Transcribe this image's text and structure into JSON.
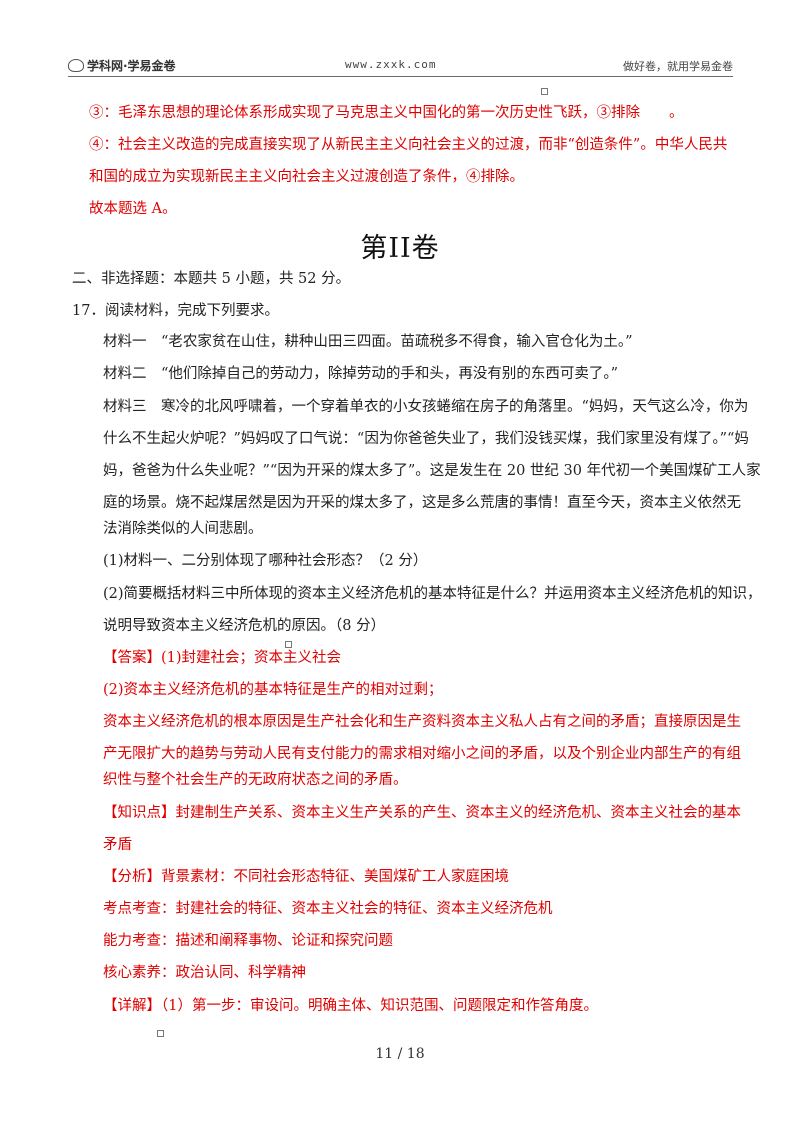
{
  "header": {
    "logo_text": "学科网·学易金卷",
    "site": "www.zxxk.com",
    "slogan": "做好卷，就用学易金卷"
  },
  "top": {
    "l1": "③：毛泽东思想的理论体系形成实现了马克思主义中国化的第一次历史性飞跃，③排除　　。",
    "l2": "④：社会主义改造的完成直接实现了从新民主主义向社会主义的过渡，而非“创造条件”。中华人民共",
    "l3": "和国的成立为实现新民主主义向社会主义过渡创造了条件，④排除。",
    "l4": "故本题选 A。"
  },
  "section_title": "第II卷",
  "instructions": "二、非选择题：本题共 5 小题，共 52 分。",
  "question": {
    "stem": "17．阅读材料，完成下列要求。",
    "m1": "材料一　“老农家贫在山住，耕种山田三四面。苗疏税多不得食，输入官仓化为土。”",
    "m2": "材料二　“他们除掉自己的劳动力，除掉劳动的手和头，再没有别的东西可卖了。”",
    "m3_l1": "材料三　寒冷的北风呼啸着，一个穿着单衣的小女孩蜷缩在房子的角落里。“妈妈，天气这么冷，你为",
    "m3_l2": "什么不生起火炉呢？”妈妈叹了口气说：“因为你爸爸失业了，我们没钱买煤，我们家里没有煤了。”“妈",
    "m3_l3": "妈，爸爸为什么失业呢？”“因为开采的煤太多了”。这是发生在 20 世纪 30 年代初一个美国煤矿工人家",
    "m3_l4": "庭的场景。烧不起煤居然是因为开采的煤太多了，这是多么荒唐的事情！直至今天，资本主义依然无",
    "m3_l5": "法消除类似的人间悲剧。",
    "q1": "(1)材料一、二分别体现了哪种社会形态？（2 分）",
    "q2_l1": "(2)简要概括材料三中所体现的资本主义经济危机的基本特征是什么？并运用资本主义经济危机的知识，",
    "q2_l2": "说明导致资本主义经济危机的原因。（8 分）"
  },
  "answer": {
    "a1": "【答案】(1)封建社会；资本主义社会",
    "a2": "(2)资本主义经济危机的基本特征是生产的相对过剩；",
    "a3": "资本主义经济危机的根本原因是生产社会化和生产资料资本主义私人占有之间的矛盾；直接原因是生",
    "a4": "产无限扩大的趋势与劳动人民有支付能力的需求相对缩小之间的矛盾，以及个别企业内部生产的有组",
    "a5": "织性与整个社会生产的无政府状态之间的矛盾。",
    "k1": "【知识点】封建制生产关系、资本主义生产关系的产生、资本主义的经济危机、资本主义社会的基本",
    "k2": "矛盾",
    "f1": "【分析】背景素材：不同社会形态特征、美国煤矿工人家庭困境",
    "f2": "考点考查：封建社会的特征、资本主义社会的特征、资本主义经济危机",
    "f3": "能力考查：描述和阐释事物、论证和探究问题",
    "f4": "核心素养：政治认同、科学精神",
    "d1": "【详解】（1）第一步：审设问。明确主体、知识范围、问题限定和作答角度。"
  },
  "footer": {
    "page": "11 / 18"
  }
}
